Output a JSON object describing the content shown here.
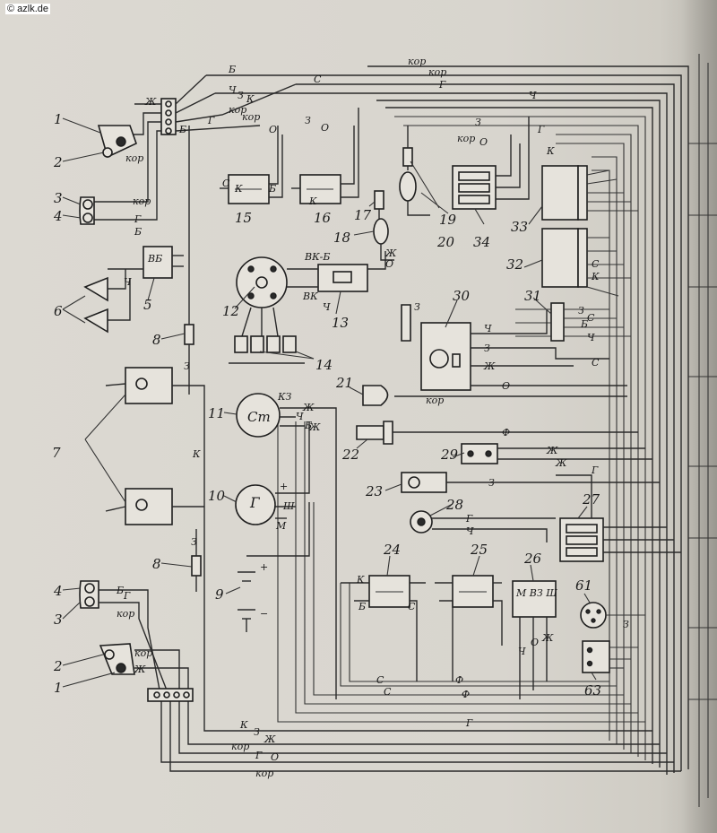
{
  "watermark": "© azlk.de",
  "colors": {
    "ink": "#2a2a2a",
    "paper": "#dcd9d2"
  },
  "components": {
    "c1a": "1",
    "c2a": "2",
    "c3a": "3",
    "c4a": "4",
    "c5": "5",
    "c6": "6",
    "c7": "7",
    "c8a": "8",
    "c8b": "8",
    "c9": "9",
    "c10": "10",
    "c11": "11",
    "c12": "12",
    "c13": "13",
    "c14": "14",
    "c15": "15",
    "c16": "16",
    "c17": "17",
    "c18": "18",
    "c19": "19",
    "c20": "20",
    "c21": "21",
    "c22": "22",
    "c23": "23",
    "c24": "24",
    "c25": "25",
    "c26": "26",
    "c27": "27",
    "c28": "28",
    "c29": "29",
    "c30": "30",
    "c31": "31",
    "c32": "32",
    "c33": "33",
    "c34": "34",
    "c61": "61",
    "c63": "63",
    "c4b": "4",
    "c3b": "3",
    "c2b": "2",
    "c1b": "1"
  },
  "inner_labels": {
    "starter": "Ст",
    "generator": "Г",
    "switch": "ВК-Б",
    "switch_vk": "ВК",
    "kz": "КЗ",
    "terminals_26": "М ВЗ Ш",
    "plus": "+",
    "minus": "−",
    "sh": "Ш",
    "m": "М"
  },
  "wire_labels": {
    "kor1": "кор",
    "kor2": "кор",
    "b1": "Б",
    "s1": "С",
    "g1": "Г",
    "zh1": "Ж",
    "ch1": "Ч",
    "z1": "З",
    "k1": "К",
    "kor3": "кор",
    "g2": "Г",
    "o1": "О",
    "kor4": "кор",
    "z2": "З",
    "o2": "О",
    "ch2": "Ч",
    "kor5": "кор",
    "o3": "О",
    "z3": "З",
    "g3": "Г",
    "k2": "К",
    "b2": "Б",
    "g4": "Г",
    "kor6": "кор",
    "b3": "Б",
    "ch3": "Ч",
    "zh2": "Ж",
    "o4": "О",
    "ch4": "Ч",
    "z4": "З",
    "k3": "К",
    "zh3": "Ж",
    "ch5": "Ч",
    "z5": "З",
    "zh4": "Ж",
    "o5": "О",
    "kor7": "кор",
    "zh5": "Ж",
    "ch6": "Ч",
    "b4": "Б",
    "f1": "Ф",
    "zh6": "Ж",
    "zh7": "Ж",
    "z6": "З",
    "g5": "Г",
    "g6": "Г",
    "ch7": "Ч",
    "z7": "З",
    "k4": "К",
    "b5": "Б",
    "g7": "Г",
    "kor8": "кор",
    "kor9": "кор",
    "zh8": "Ж",
    "s2": "С",
    "s3": "С",
    "f2": "Ф",
    "f3": "Ф",
    "ch8": "Ч",
    "o6": "О",
    "zh9": "Ж",
    "g8": "Г",
    "k5": "К",
    "z8": "З",
    "zh10": "Ж",
    "kor10": "кор",
    "g9": "Г",
    "o7": "О",
    "kor11": "кор",
    "z9": "З",
    "s4": "С",
    "ch9": "Ч",
    "s5": "С",
    "z10": "З",
    "b6": "Б",
    "s6": "С",
    "k6": "К",
    "k7": "К",
    "b7": "Б",
    "s7": "С",
    "k8": "К",
    "k9": "К",
    "z11": "З",
    "s8": "С",
    "b8": "Б"
  }
}
